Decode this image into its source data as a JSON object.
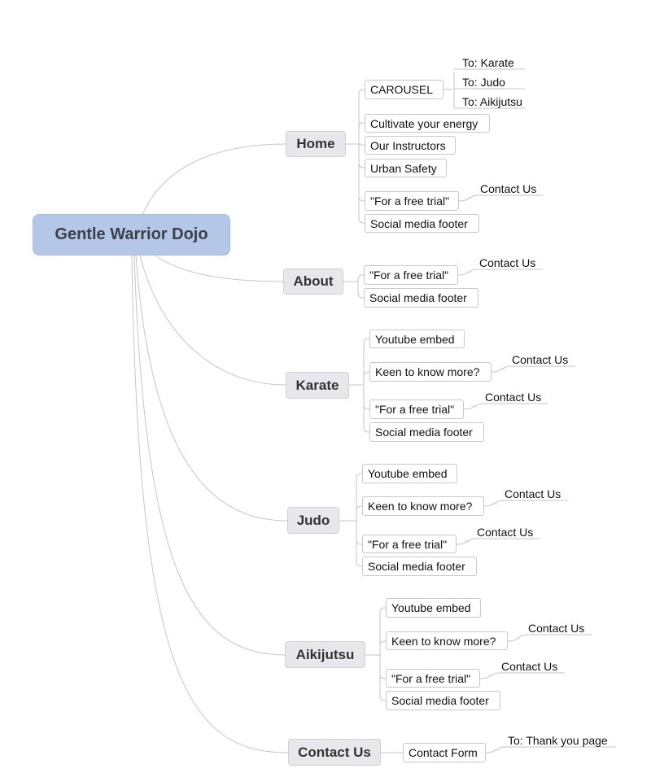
{
  "diagram": {
    "root": {
      "label": "Gentle Warrior Dojo"
    },
    "pages": [
      {
        "label": "Home",
        "children": [
          {
            "label": "CAROUSEL",
            "children": [
              "To: Karate",
              "To: Judo",
              "To: Aikijutsu"
            ]
          },
          {
            "label": "Cultivate your energy"
          },
          {
            "label": "Our Instructors"
          },
          {
            "label": "Urban Safety"
          },
          {
            "label": "\"For a free trial\"",
            "children": [
              "Contact Us"
            ]
          },
          {
            "label": "Social media footer"
          }
        ]
      },
      {
        "label": "About",
        "children": [
          {
            "label": "\"For a free trial\"",
            "children": [
              "Contact Us"
            ]
          },
          {
            "label": "Social media footer"
          }
        ]
      },
      {
        "label": "Karate",
        "children": [
          {
            "label": "Youtube embed"
          },
          {
            "label": "Keen to know more?",
            "children": [
              "Contact Us"
            ]
          },
          {
            "label": "\"For a free trial\"",
            "children": [
              "Contact Us"
            ]
          },
          {
            "label": "Social media footer"
          }
        ]
      },
      {
        "label": "Judo",
        "children": [
          {
            "label": "Youtube embed"
          },
          {
            "label": "Keen to know more?",
            "children": [
              "Contact Us"
            ]
          },
          {
            "label": "\"For a free trial\"",
            "children": [
              "Contact Us"
            ]
          },
          {
            "label": "Social media footer"
          }
        ]
      },
      {
        "label": "Aikijutsu",
        "children": [
          {
            "label": "Youtube embed"
          },
          {
            "label": "Keen to know more?",
            "children": [
              "Contact Us"
            ]
          },
          {
            "label": "\"For a free trial\"",
            "children": [
              "Contact Us"
            ]
          },
          {
            "label": "Social media footer"
          }
        ]
      },
      {
        "label": "Contact Us",
        "children": [
          {
            "label": "Contact Form",
            "children": [
              "To: Thank you page"
            ]
          }
        ]
      }
    ]
  }
}
